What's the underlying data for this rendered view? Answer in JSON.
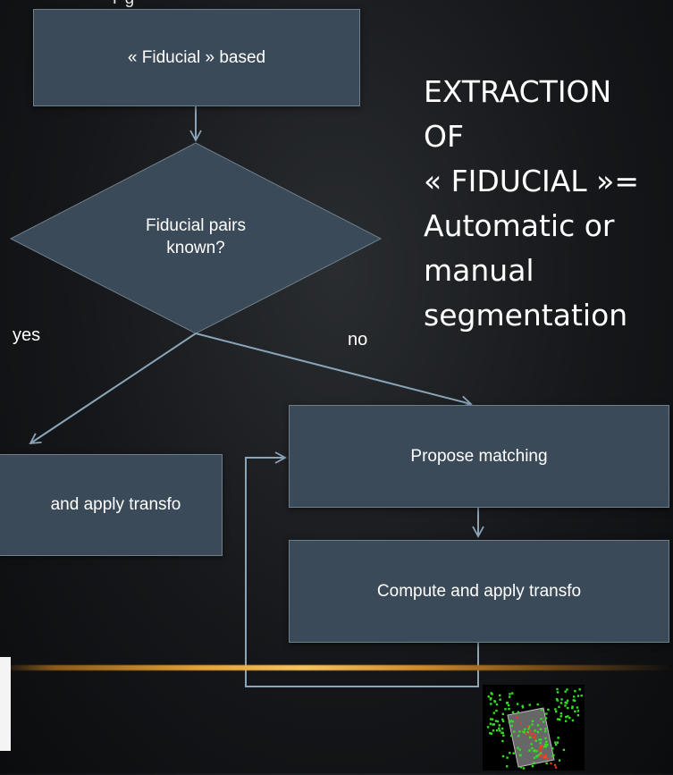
{
  "header_fragment": "Y                                    g",
  "boxes": {
    "fiducial_based": "« Fiducial » based",
    "decision": [
      "Fiducial pairs",
      "known?"
    ],
    "compute_left": "and apply transfo",
    "propose_matching": "Propose matching",
    "compute_right": "Compute and apply transfo"
  },
  "labels": {
    "yes": "yes",
    "no": "no"
  },
  "side_text": [
    "EXTRACTION",
    "OF",
    "« FIDUCIAL »=",
    "Automatic or",
    "manual",
    "segmentation"
  ],
  "colors": {
    "box_fill": "#3a4a58",
    "box_border": "#6e7e8a",
    "arrow": "#8aa4b8",
    "accent_line": "#f6c560",
    "thumb_points": "#33dd22",
    "thumb_mark": "#ff3322"
  }
}
